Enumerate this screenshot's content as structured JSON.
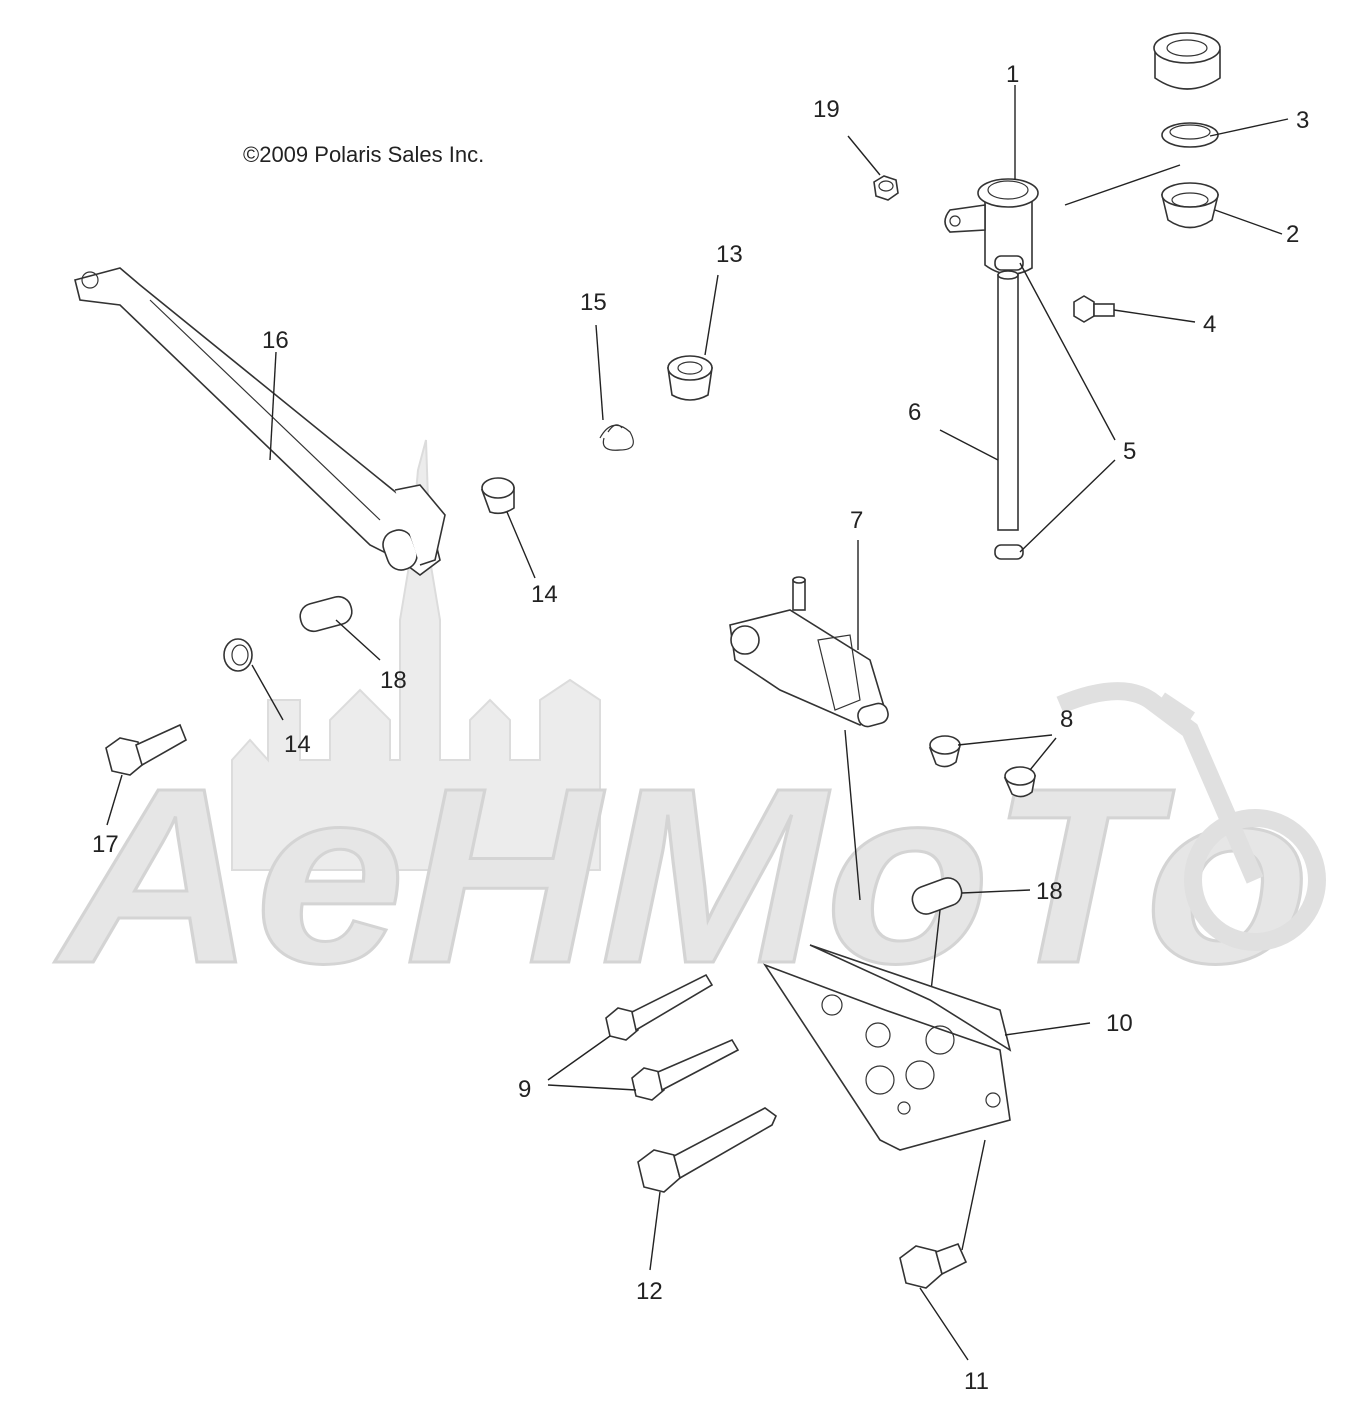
{
  "copyright": "©2009 Polaris Sales Inc.",
  "watermark": "AeHMoTo",
  "callouts": [
    "1",
    "2",
    "3",
    "4",
    "5",
    "6",
    "7",
    "8",
    "9",
    "10",
    "11",
    "12",
    "13",
    "14",
    "14",
    "15",
    "16",
    "17",
    "18",
    "18",
    "19"
  ],
  "colors": {
    "line": "#333333",
    "watermark": "#e6e6e6",
    "background": "#ffffff"
  }
}
